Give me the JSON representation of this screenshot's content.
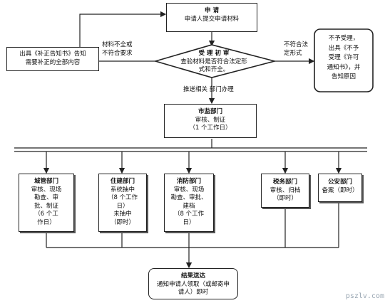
{
  "apply": {
    "title": "申 请",
    "line1": "申请人提交申请材料"
  },
  "review": {
    "title": "受 理 初 审",
    "line1": "查验材料是否符合法定形",
    "line2": "式和齐全。"
  },
  "correction": {
    "line1": "出具《补正告知书》告知",
    "line2": "需要补正的全部内容"
  },
  "reject": {
    "lines": [
      "不予受理，",
      "出具《不予",
      "受理《许可",
      "通知书》，并",
      "告知原因"
    ]
  },
  "labels": {
    "incomplete_1": "材料不全或",
    "incomplete_2": "不符合要求",
    "nonconform_1": "不符合法",
    "nonconform_2": "定形式",
    "forward": "推送相关 部门办理"
  },
  "market": {
    "title": "市监部门",
    "line1": "审核、制证",
    "line2": "（1 个工作日）"
  },
  "departments": [
    {
      "id": "urban",
      "title": "城管部门",
      "lines": [
        "审核、现场",
        "勘查、审",
        "批、制证",
        "（6 个工",
        "作日）"
      ]
    },
    {
      "id": "housing",
      "title": "住建部门",
      "lines": [
        "系统抽中",
        "（8 个工作",
        "日）",
        "未抽中",
        "（即时）"
      ]
    },
    {
      "id": "fire",
      "title": "消防部门",
      "lines": [
        "审核、现场",
        "勘查、审批、",
        "建档",
        "（8 个工作",
        "日）"
      ]
    },
    {
      "id": "tax",
      "title": "税务部门",
      "lines": [
        "审核、归档",
        "（即时）"
      ]
    },
    {
      "id": "police",
      "title": "公安部门",
      "lines": [
        "备案（即时）"
      ]
    }
  ],
  "result": {
    "title": "结果送达",
    "line1": "通知申请人领取（或邮寄申",
    "line2": "请人）即时"
  },
  "watermark": "pszlv.com"
}
